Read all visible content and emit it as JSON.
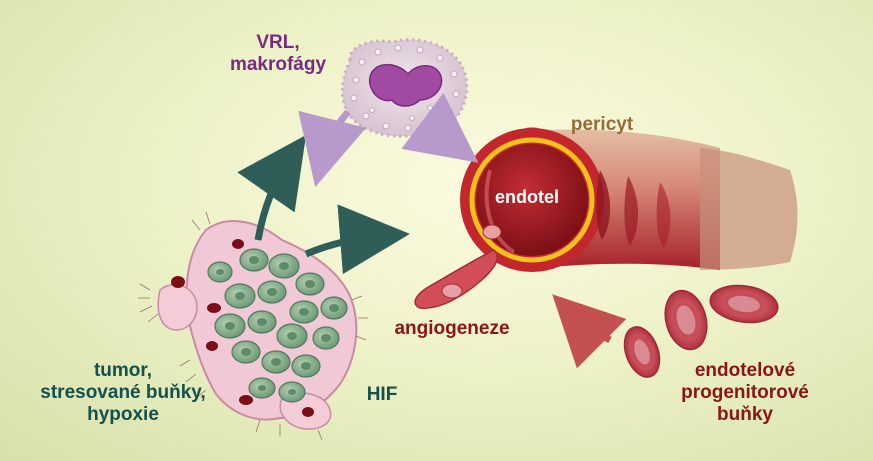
{
  "labels": {
    "vrl_line1": "VRL,",
    "vrl_line2": "makrofágy",
    "pericyt": "pericyt",
    "endotel": "endotel",
    "angiogeneze": "angiogeneze",
    "tumor_line1": "tumor,",
    "tumor_line2": "stresované buňky,",
    "tumor_line3": "hypoxie",
    "hif": "HIF",
    "progenitor_line1": "endotelové",
    "progenitor_line2": "progenitorové",
    "progenitor_line3": "buňky"
  },
  "colors": {
    "background": "#eef2c8",
    "macrophage_text": "#7a2a82",
    "pericyte_text": "#9a6a3a",
    "red_text": "#8c1418",
    "tumor_text": "#14514e",
    "tumor_cell": "#7fa582",
    "vessel_wall": "#b8202a",
    "endothelium_ring": "#f2c21a",
    "arrow_teal": "#2f5e58",
    "arrow_lilac": "#b79acb",
    "arrow_red": "#c04040"
  }
}
